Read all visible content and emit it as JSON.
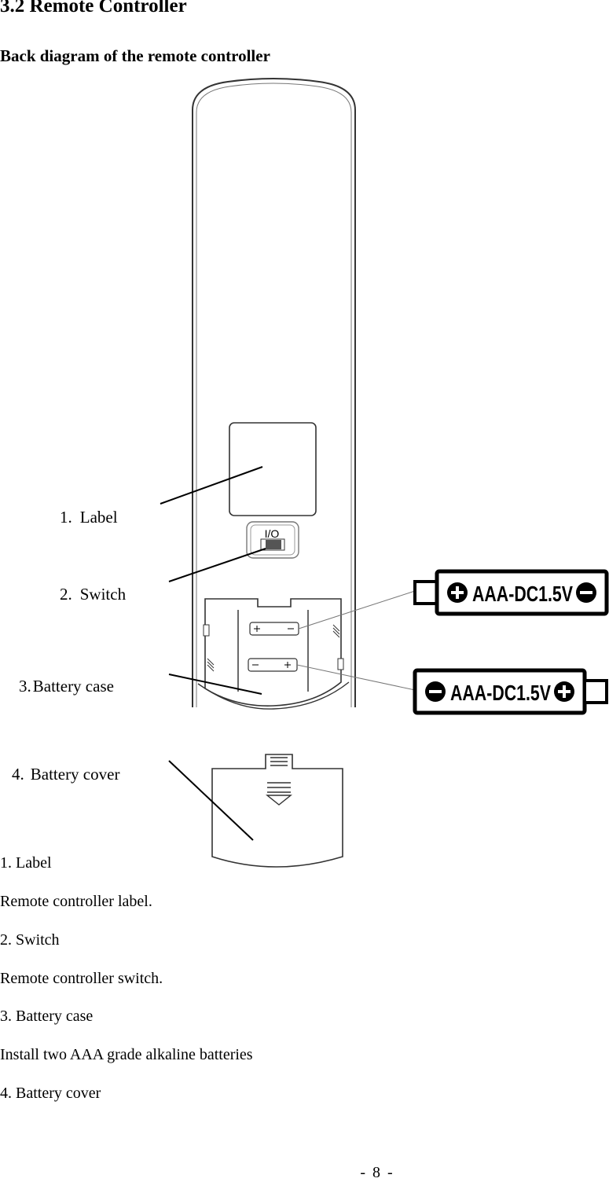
{
  "section_title": "3.2 Remote Controller",
  "diagram_title": "Back diagram of the remote controller",
  "diagram": {
    "callouts": [
      {
        "number": "1.",
        "label": "Label"
      },
      {
        "number": "2.",
        "label": "Switch"
      },
      {
        "number": "3.",
        "label": "Battery case"
      },
      {
        "number": "4.",
        "label": "Battery cover"
      }
    ],
    "switch_marking": "I/O",
    "battery_badges": [
      {
        "text": "AAA-DC1.5V",
        "left_sign": "+",
        "right_sign": "−"
      },
      {
        "text": "AAA-DC1.5V",
        "left_sign": "−",
        "right_sign": "+"
      }
    ]
  },
  "descriptions": [
    {
      "heading": "1. Label",
      "text": "Remote controller label."
    },
    {
      "heading": "2. Switch",
      "text": "Remote controller switch."
    },
    {
      "heading": "3. Battery case",
      "text": "Install two AAA grade alkaline batteries"
    },
    {
      "heading": "4. Battery cover",
      "text": ""
    }
  ],
  "page_number": "- 8 -"
}
